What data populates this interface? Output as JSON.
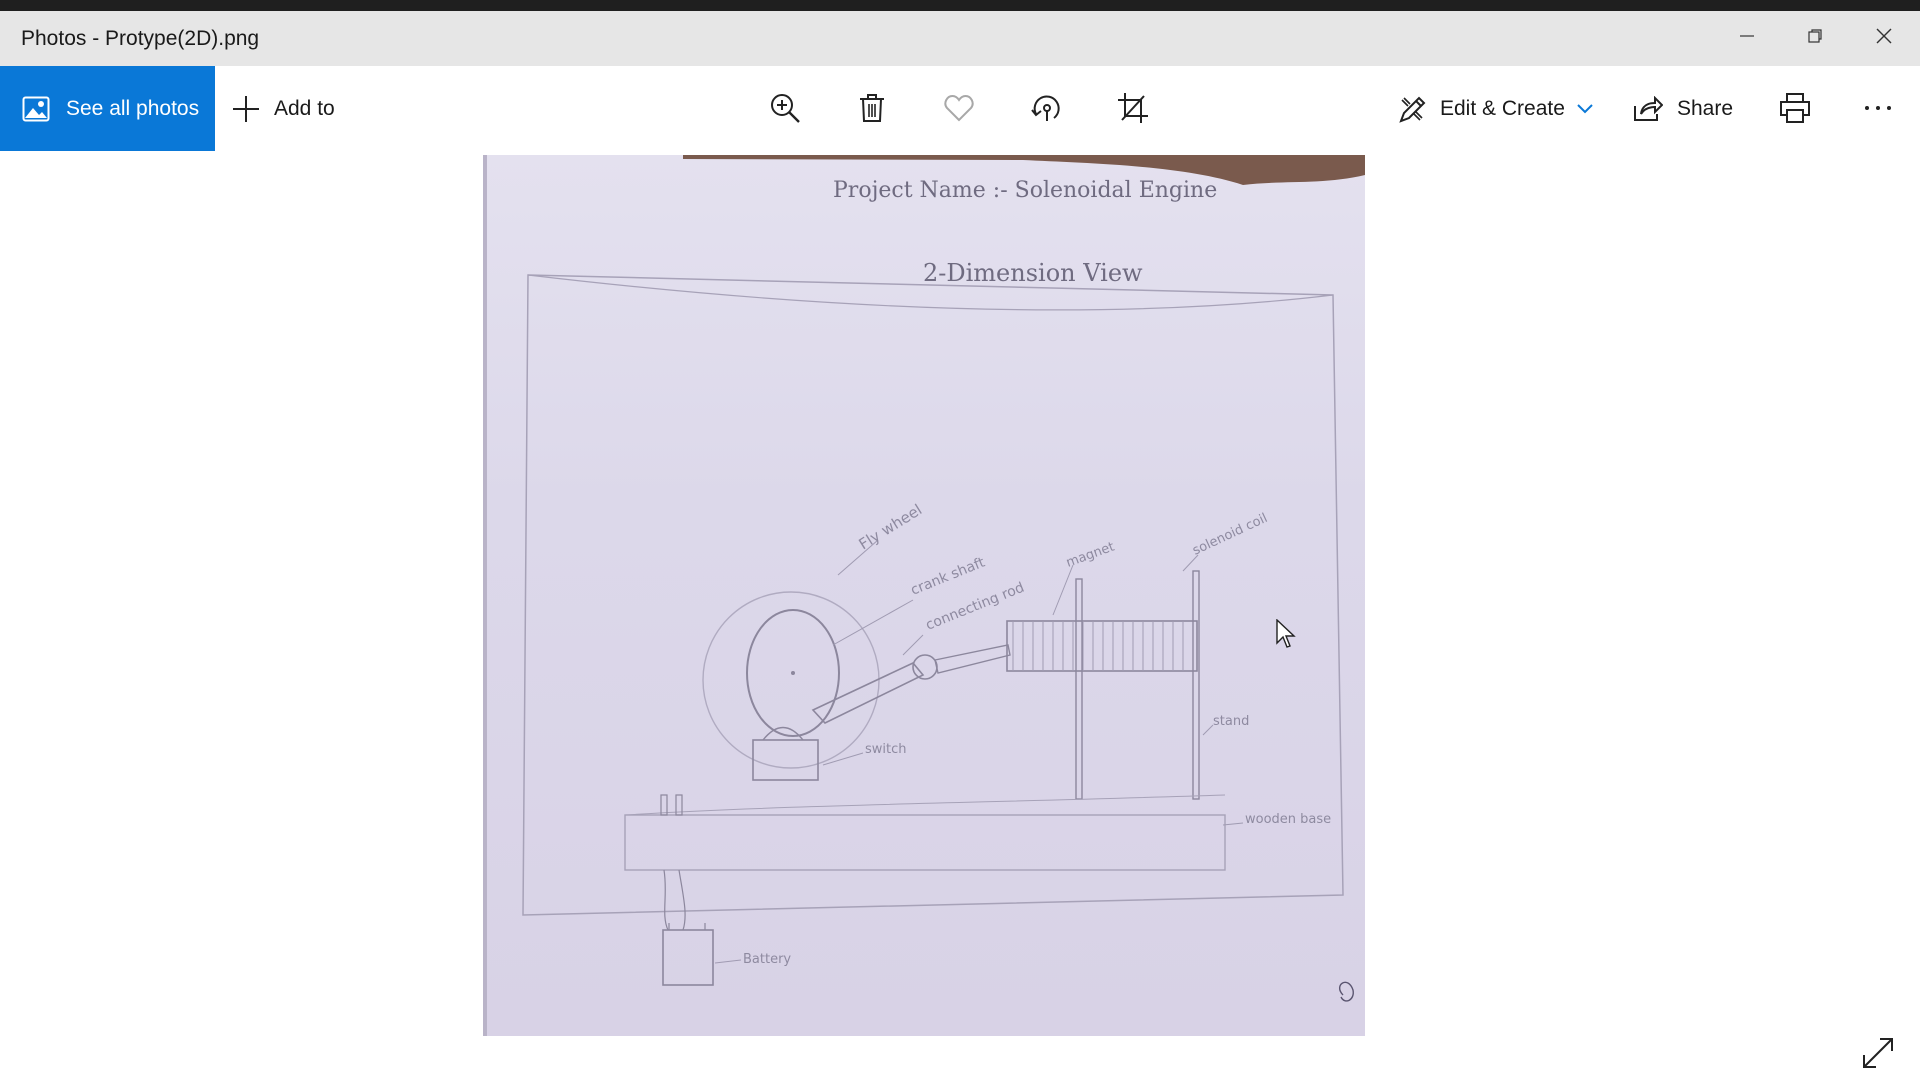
{
  "window": {
    "title": "Photos - Protype(2D).png",
    "controls": {
      "minimize": "minimize-icon",
      "restore": "restore-icon",
      "close": "close-icon"
    }
  },
  "toolbar": {
    "see_all_label": "See all photos",
    "add_to_label": "Add to",
    "edit_create_label": "Edit & Create",
    "share_label": "Share",
    "icons": [
      "zoom-in-icon",
      "delete-icon",
      "favorite-icon",
      "rotate-icon",
      "crop-icon",
      "print-icon",
      "more-icon"
    ],
    "accent_color": "#0a78d7"
  },
  "photo": {
    "heading": "Project Name :- Solenoidal Engine",
    "subheading": "2-Dimension View",
    "labels": {
      "fly_wheel": "Fly wheel",
      "crank_shaft": "crank shaft",
      "connecting_rod": "connecting rod",
      "magnet": "magnet",
      "solenoid_coil": "solenoid coil",
      "stand": "stand",
      "switch": "switch",
      "wooden_base": "wooden base",
      "battery": "Battery"
    }
  }
}
